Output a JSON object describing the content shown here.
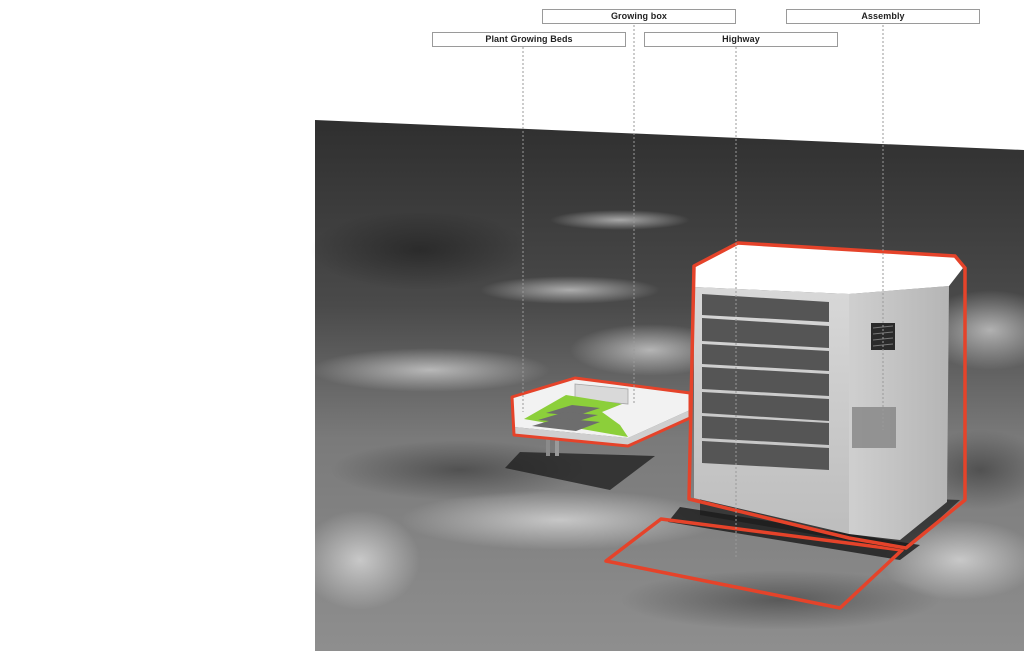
{
  "labels": {
    "growing_box": "Growing box",
    "assembly": "Assembly",
    "plant_growing_beds": "Plant Growing Beds",
    "highway": "Highway"
  },
  "colors": {
    "outline": "#e5432a",
    "bed_green": "#8ccf3a",
    "ground_dark": "#3a3a3a",
    "ground_light": "#bdbdbd",
    "leader": "#9a9a9a"
  }
}
